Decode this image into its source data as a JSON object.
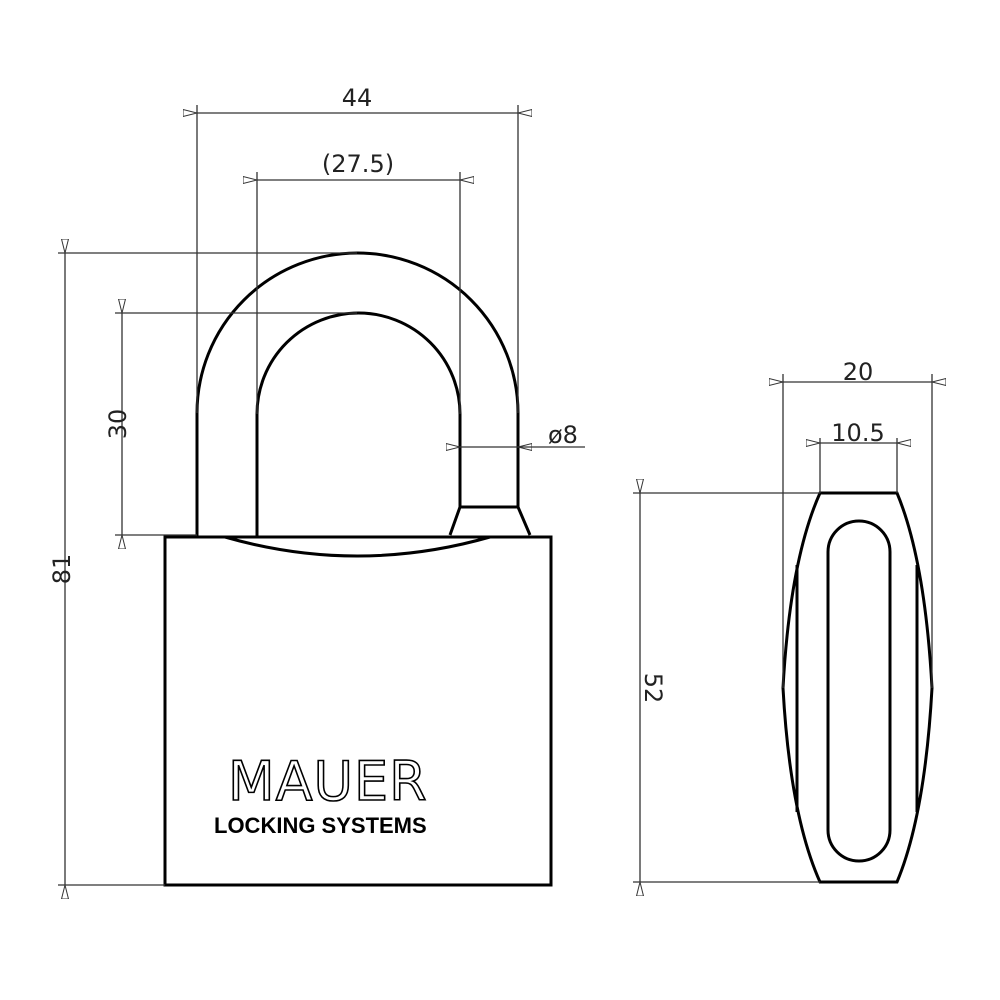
{
  "drawing": {
    "front_view": {
      "dimensions": {
        "overall_width": "44",
        "shackle_inner_width": "(27.5)",
        "overall_height": "81",
        "shackle_clearance": "30",
        "shackle_diameter": "ø8"
      },
      "brand": "MAUER",
      "brand_subtitle": "LOCKING SYSTEMS"
    },
    "side_view": {
      "dimensions": {
        "body_thickness": "20",
        "top_width": "10.5",
        "body_height": "52"
      }
    }
  }
}
